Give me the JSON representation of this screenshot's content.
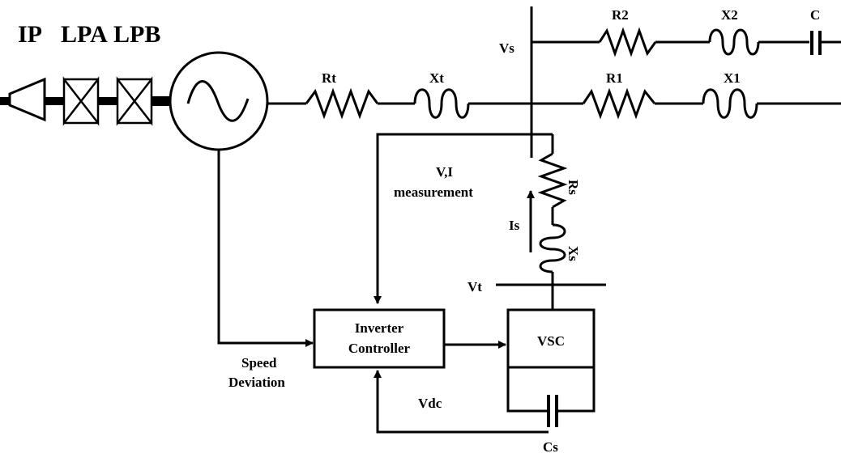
{
  "turbine_labels": {
    "ip": "IP",
    "lpa": "LPA",
    "lpb": "LPB"
  },
  "components": {
    "rt": "Rt",
    "xt": "Xt",
    "r1": "R1",
    "x1": "X1",
    "r2": "R2",
    "x2": "X2",
    "c": "C",
    "rs": "Rs",
    "xs": "Xs",
    "cs": "Cs"
  },
  "nodes": {
    "vs": "Vs",
    "vt": "Vt",
    "vdc": "Vdc"
  },
  "signals": {
    "vi_line1": "V,I",
    "vi_line2": "measurement",
    "current": "Is",
    "speed_line1": "Speed",
    "speed_line2": "Deviation"
  },
  "blocks": {
    "controller_line1": "Inverter",
    "controller_line2": "Controller",
    "vsc": "VSC"
  }
}
